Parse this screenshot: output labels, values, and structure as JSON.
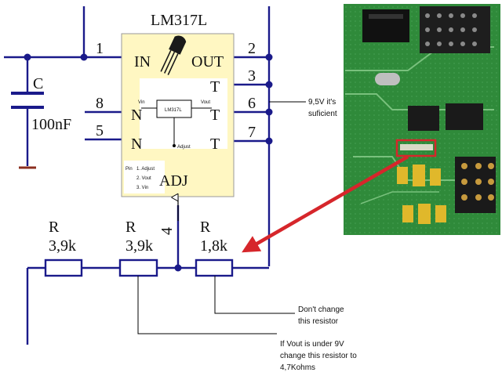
{
  "chip": {
    "title": "LM317L",
    "pin_in": "IN",
    "pin_out": "OUT",
    "pin_t3": "T",
    "pin_t6": "T",
    "pin_t7": "T",
    "pin_n8": "N",
    "pin_n5": "N",
    "adj": "ADJ",
    "inner_vin": "Vin",
    "inner_vout": "Vout",
    "inner_part": "LM317L",
    "inner_adjust": "Adjust",
    "pinout_pin": "Pin",
    "pinout_1": "1.  Adjust",
    "pinout_2": "2.  Vout",
    "pinout_3": "3.  Vin"
  },
  "pins": {
    "p1": "1",
    "p2": "2",
    "p3": "3",
    "p6": "6",
    "p7": "7",
    "p8": "8",
    "p5": "5",
    "p4": "4"
  },
  "capacitor": {
    "name": "C",
    "value": "100nF"
  },
  "resistors": [
    {
      "name": "R",
      "value": "3,9k"
    },
    {
      "name": "R",
      "value": "3,9k"
    },
    {
      "name": "R",
      "value": "1,8k"
    }
  ],
  "annotations": {
    "voltage_line1": "9,5V it's",
    "voltage_line2": "suficient",
    "dont_change_line1": "Don't change",
    "dont_change_line2": "this resistor",
    "change_line1": "If Vout is under 9V",
    "change_line2": "change this resistor to",
    "change_line3": "4,7Kohms"
  },
  "colors": {
    "chip_fill": "#fff7c2",
    "wire": "#1a1a8a",
    "arrow": "#d6262b",
    "pcb_green": "#2f8a3a",
    "highlight_box": "#d6262b"
  },
  "photo": {
    "icon": "pcb-photo-icon"
  }
}
